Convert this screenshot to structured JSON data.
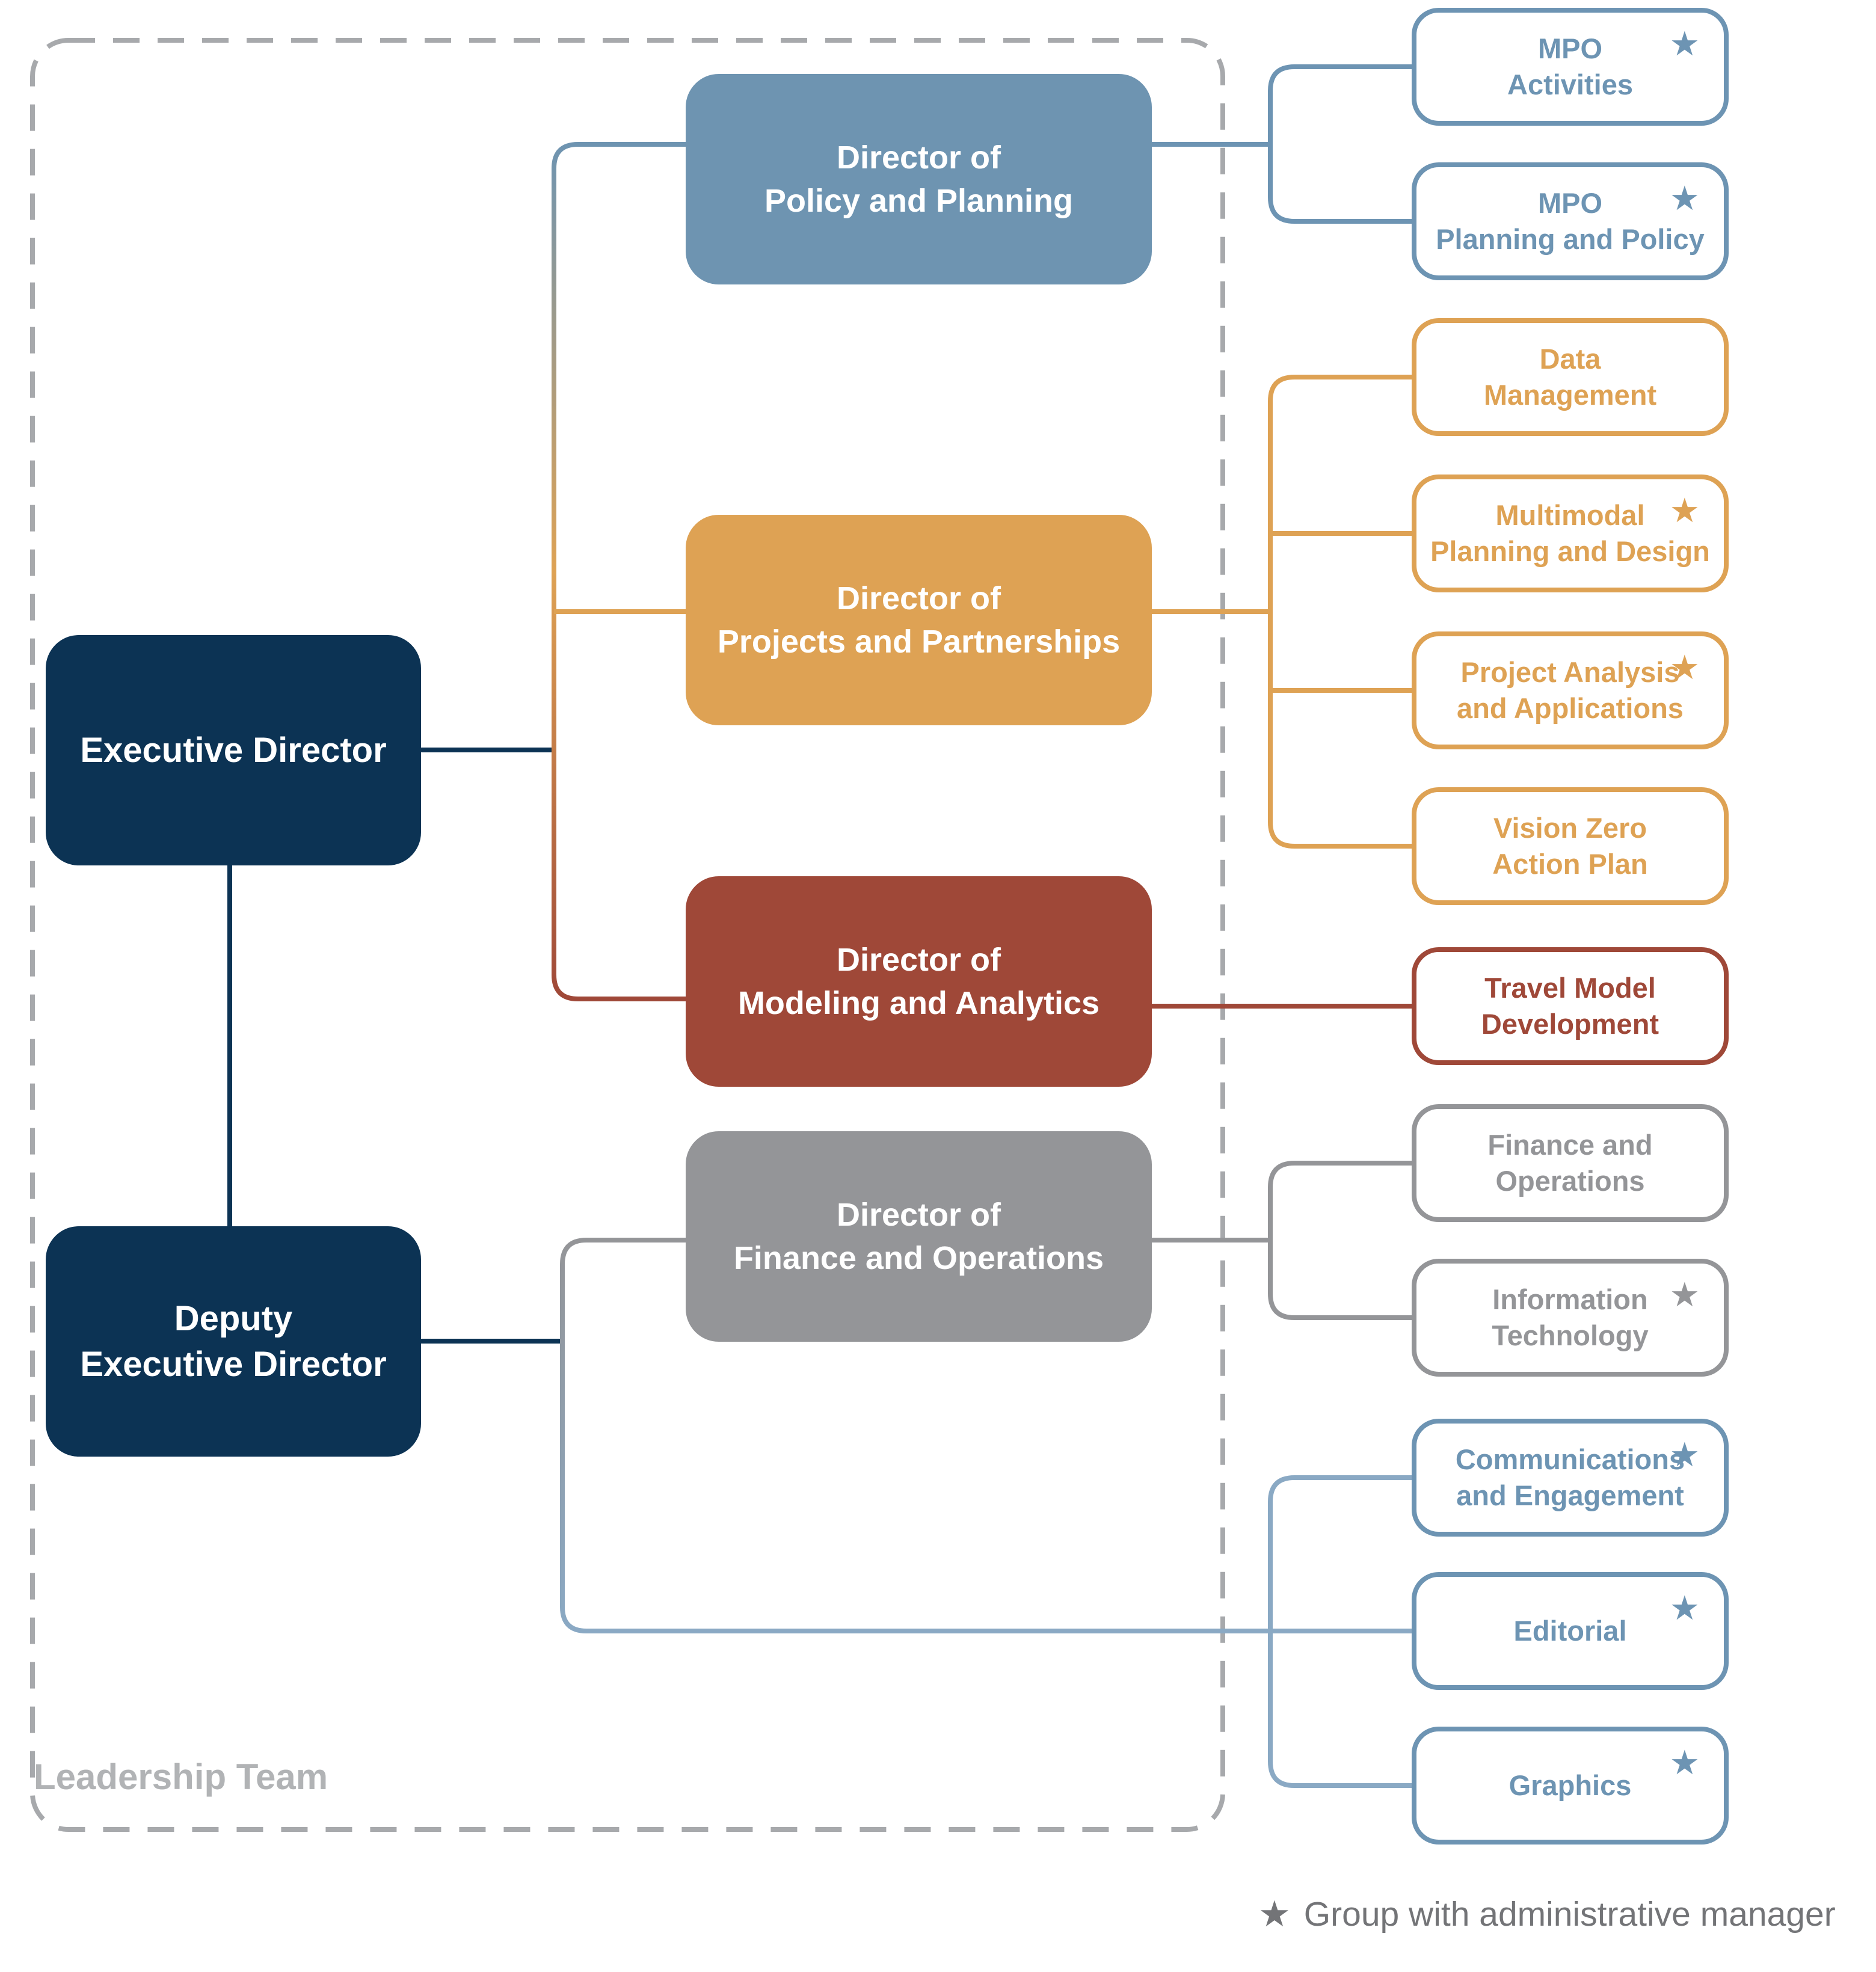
{
  "icons": {
    "star": "★"
  },
  "colors": {
    "navy": "#0C3354",
    "steel_blue": "#6E94B1",
    "blue_outline": "#6D94B3",
    "light_blue": "#8AA9C4",
    "orange": "#DEA254",
    "red": "#9F4838",
    "gray": "#949598",
    "dash_gray": "#A7A9AC",
    "label_gray": "#B1B3B5",
    "legend_gray": "#737477"
  },
  "leadership_label": "Leadership Team",
  "legend": {
    "text": "Group with administrative manager"
  },
  "executives": {
    "executive": {
      "line1": "Executive Director"
    },
    "deputy": {
      "line1": "Deputy",
      "line2": "Executive Director"
    }
  },
  "directors": {
    "policy": {
      "line1": "Director of",
      "line2": "Policy and Planning"
    },
    "projects": {
      "line1": "Director of",
      "line2": "Projects and Partnerships"
    },
    "modeling": {
      "line1": "Director of",
      "line2": "Modeling and Analytics"
    },
    "finance": {
      "line1": "Director of",
      "line2": "Finance and Operations"
    }
  },
  "groups": {
    "mpo_activities": {
      "line1": "MPO",
      "line2": "Activities",
      "has_star": true
    },
    "mpo_planning": {
      "line1": "MPO",
      "line2": "Planning and Policy",
      "has_star": true
    },
    "data_management": {
      "line1": "Data",
      "line2": "Management",
      "has_star": false
    },
    "multimodal": {
      "line1": "Multimodal",
      "line2": "Planning and Design",
      "has_star": true
    },
    "project_analysis": {
      "line1": "Project Analysis",
      "line2": "and Applications",
      "has_star": true
    },
    "vision_zero": {
      "line1": "Vision Zero",
      "line2": "Action Plan",
      "has_star": false
    },
    "travel_model": {
      "line1": "Travel Model",
      "line2": "Development",
      "has_star": false
    },
    "finance_ops": {
      "line1": "Finance and",
      "line2": "Operations",
      "has_star": false
    },
    "info_tech": {
      "line1": "Information",
      "line2": "Technology",
      "has_star": true
    },
    "communications": {
      "line1": "Communications",
      "line2": "and Engagement",
      "has_star": true
    },
    "editorial": {
      "line1": "Editorial",
      "has_star": true
    },
    "graphics": {
      "line1": "Graphics",
      "has_star": true
    }
  }
}
